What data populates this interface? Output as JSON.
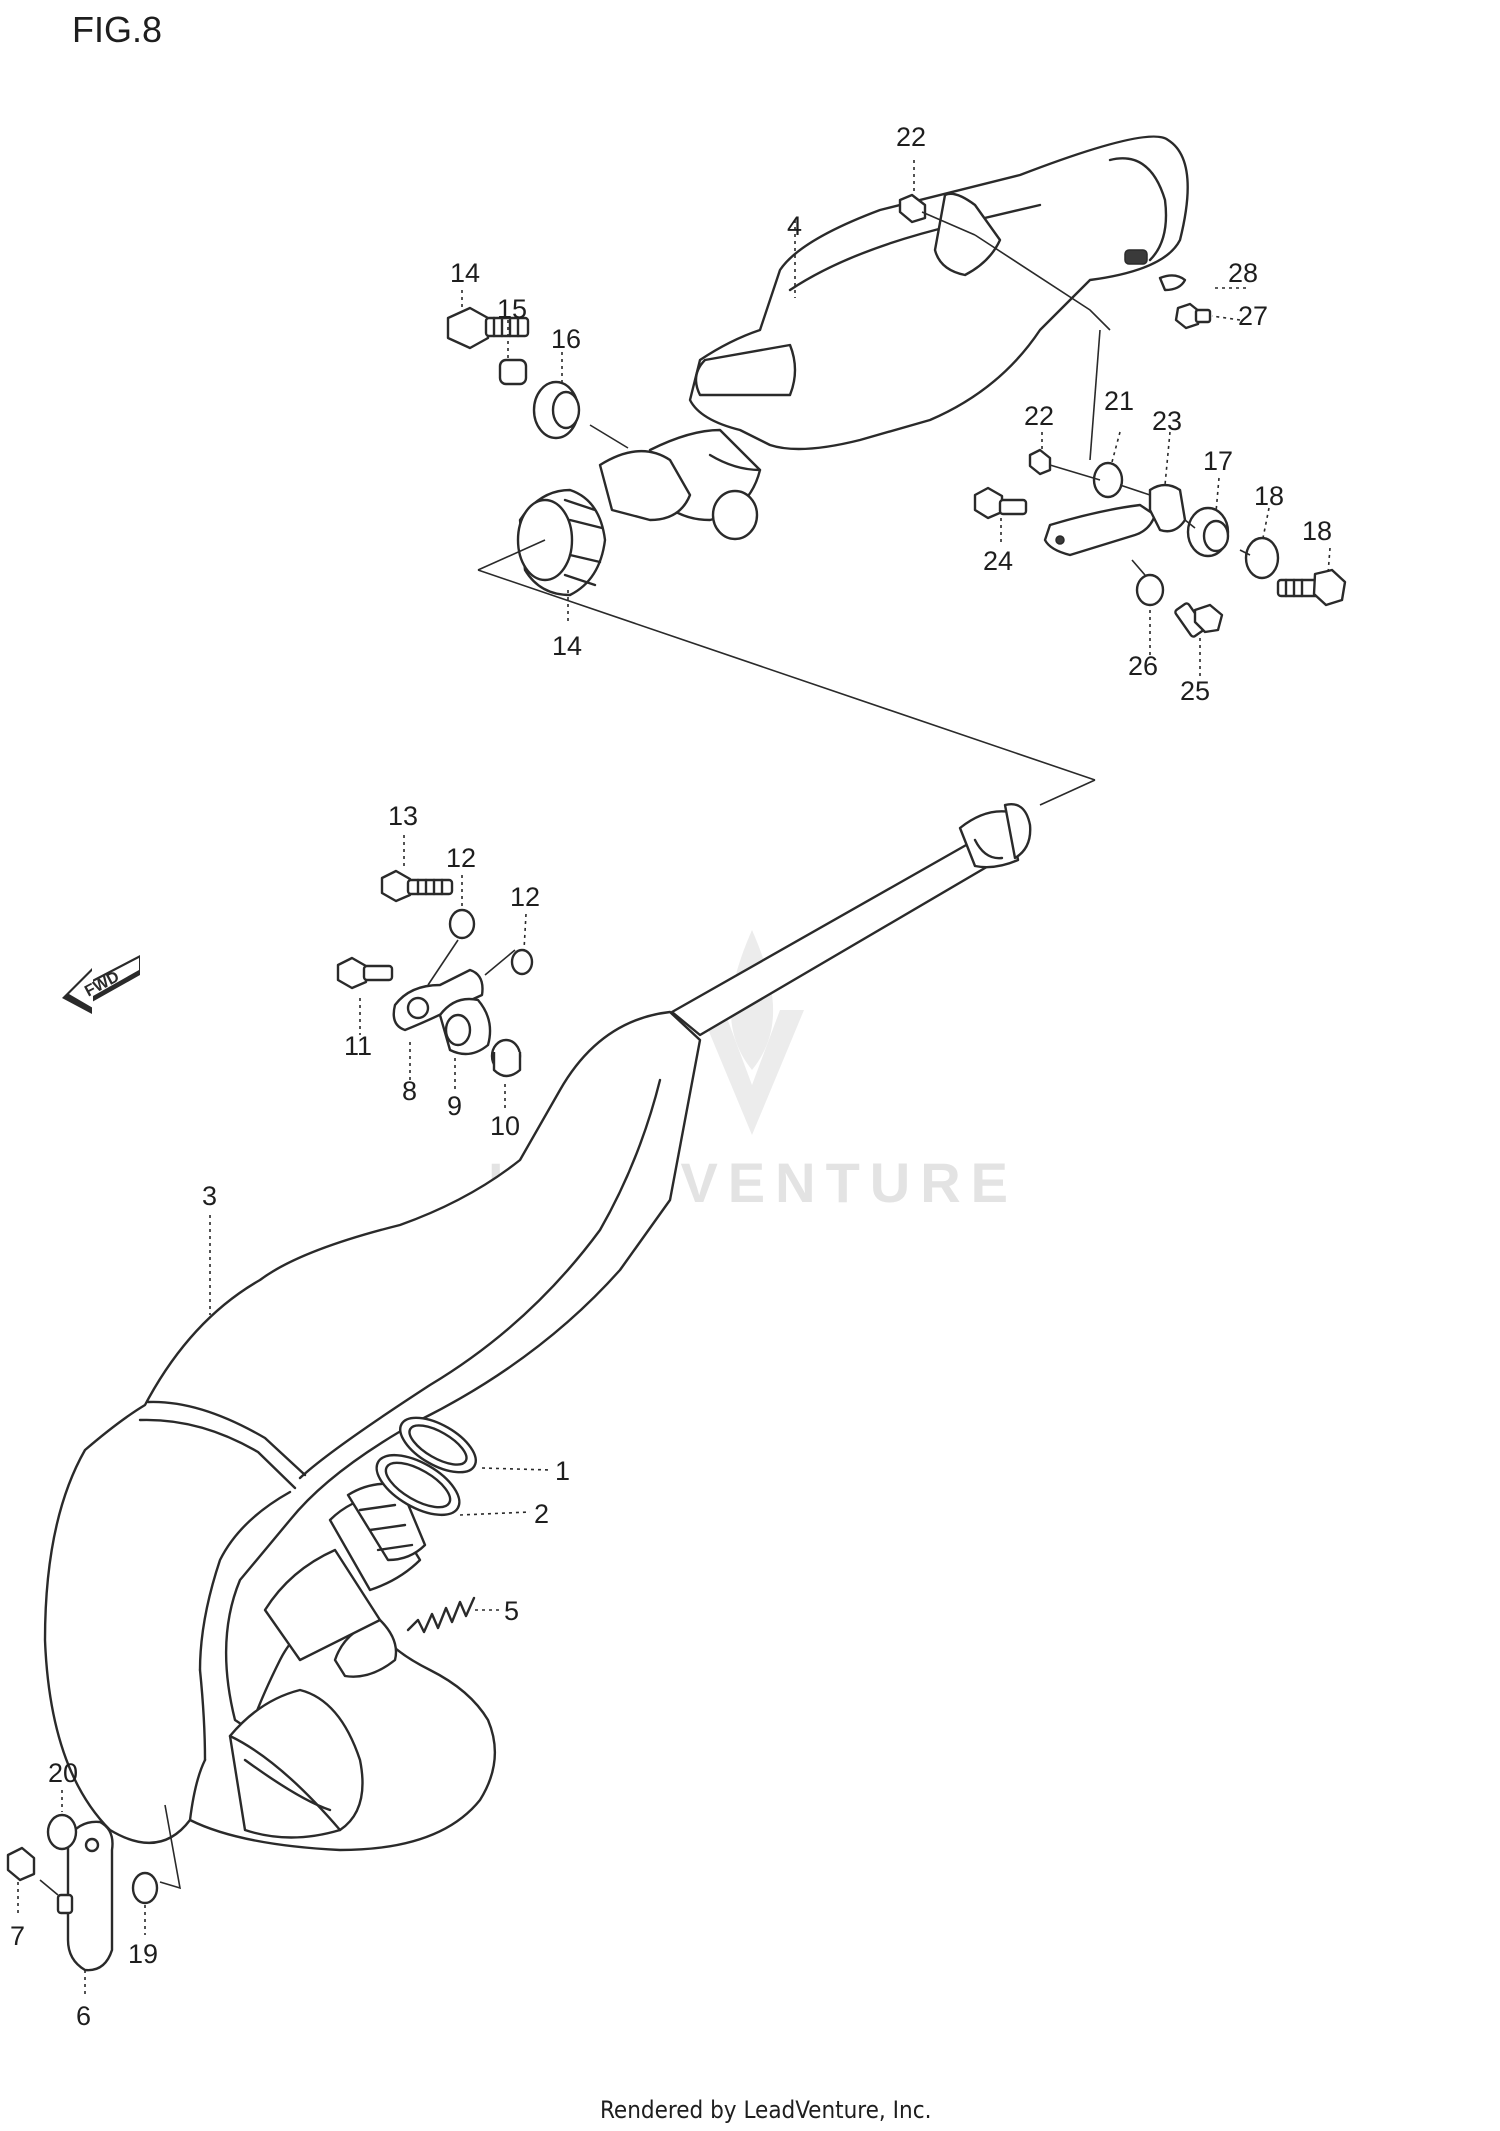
{
  "figure": {
    "title": "FIG.8"
  },
  "watermark": {
    "text": "LEADVENTURE"
  },
  "footer": {
    "text": "Rendered by LeadVenture, Inc."
  },
  "fwd_arrow": {
    "label": "FWD"
  },
  "callouts": [
    {
      "id": "c1",
      "label": "1"
    },
    {
      "id": "c2",
      "label": "2"
    },
    {
      "id": "c3",
      "label": "3"
    },
    {
      "id": "c4",
      "label": "4"
    },
    {
      "id": "c5",
      "label": "5"
    },
    {
      "id": "c6",
      "label": "6"
    },
    {
      "id": "c7",
      "label": "7"
    },
    {
      "id": "c8",
      "label": "8"
    },
    {
      "id": "c9",
      "label": "9"
    },
    {
      "id": "c10",
      "label": "10"
    },
    {
      "id": "c11",
      "label": "11"
    },
    {
      "id": "c12a",
      "label": "12"
    },
    {
      "id": "c12b",
      "label": "12"
    },
    {
      "id": "c13",
      "label": "13"
    },
    {
      "id": "c14a",
      "label": "14"
    },
    {
      "id": "c14b",
      "label": "14"
    },
    {
      "id": "c15",
      "label": "15"
    },
    {
      "id": "c16",
      "label": "16"
    },
    {
      "id": "c17",
      "label": "17"
    },
    {
      "id": "c18a",
      "label": "18"
    },
    {
      "id": "c18b",
      "label": "18"
    },
    {
      "id": "c19",
      "label": "19"
    },
    {
      "id": "c20",
      "label": "20"
    },
    {
      "id": "c21",
      "label": "21"
    },
    {
      "id": "c22a",
      "label": "22"
    },
    {
      "id": "c22b",
      "label": "22"
    },
    {
      "id": "c23",
      "label": "23"
    },
    {
      "id": "c24",
      "label": "24"
    },
    {
      "id": "c25",
      "label": "25"
    },
    {
      "id": "c26",
      "label": "26"
    },
    {
      "id": "c27",
      "label": "27"
    },
    {
      "id": "c28",
      "label": "28"
    }
  ]
}
